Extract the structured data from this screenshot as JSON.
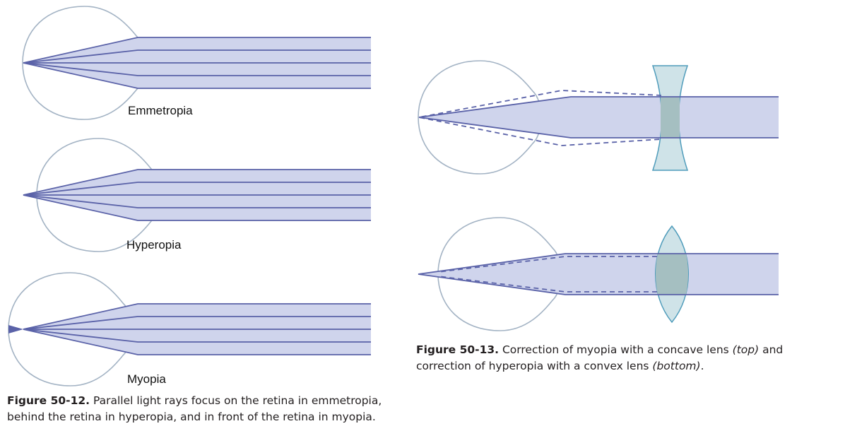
{
  "labels": {
    "emmetropia": "Emmetropia",
    "hyperopia": "Hyperopia",
    "myopia": "Myopia"
  },
  "caption_12": {
    "figure": "Figure 50-12.",
    "line1": " Parallel light rays focus on the retina in emmetropia,",
    "line2": "behind the retina in hyperopia, and in front of the retina in myopia."
  },
  "caption_13": {
    "figure": "Figure 50-13.",
    "line1_a": " Correction of myopia with a concave lens ",
    "line1_b": "(top)",
    "line1_c": " and",
    "line2_a": "correction of hyperopia with a convex lens ",
    "line2_b": "(bottom)",
    "line2_c": "."
  },
  "colors": {
    "eye_outline": "#a3b3c4",
    "beam_fill": "#cfd4ec",
    "ray_stroke": "#5a62a8",
    "lens_fill": "#a5bfc1",
    "lens_stroke": "#4f9cbb"
  }
}
